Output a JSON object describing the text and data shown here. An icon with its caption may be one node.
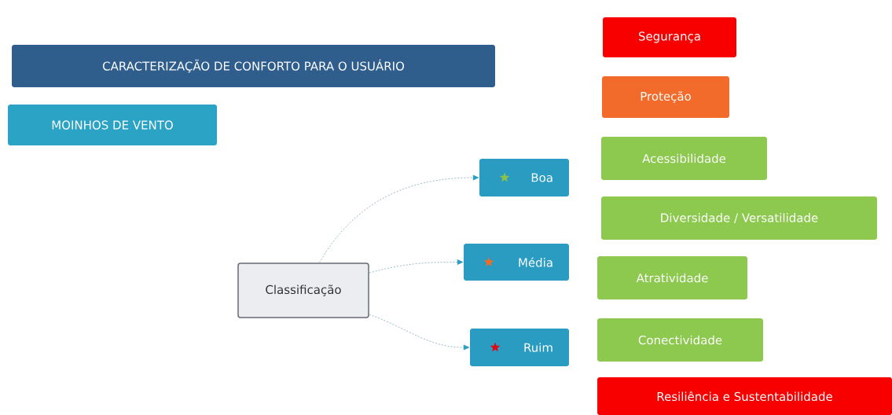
{
  "diagram": {
    "nodes": [
      {
        "text": [
          "CARACTERIZAÇÃO DE CONFORTO PARA O USUÁRIO"
        ]
      },
      {
        "text": [
          "MOINHOS DE VENTO"
        ]
      },
      {
        "text": [
          "Classificação"
        ]
      },
      {
        "text": [
          "Boa"
        ]
      },
      {
        "text": [
          "Média"
        ]
      },
      {
        "text": [
          "Ruim"
        ]
      },
      {
        "text": [
          "Segurança"
        ]
      },
      {
        "text": [
          "Proteção"
        ]
      },
      {
        "text": [
          "Acessibilidade"
        ]
      },
      {
        "text": [
          "Diversidade / Versatilidade"
        ]
      },
      {
        "text": [
          "Atratividade"
        ]
      },
      {
        "text": [
          "Conectividade"
        ]
      },
      {
        "text": [
          "Resiliência e Sustentabilidade"
        ]
      }
    ],
    "edges": [
      {
        "from": 2,
        "to": 3,
        "arrow": "to",
        "style": "dashed"
      },
      {
        "from": 2,
        "to": 4,
        "arrow": "to",
        "style": "dashed"
      },
      {
        "from": 2,
        "to": 5,
        "arrow": "to",
        "style": "dashed"
      }
    ]
  }
}
